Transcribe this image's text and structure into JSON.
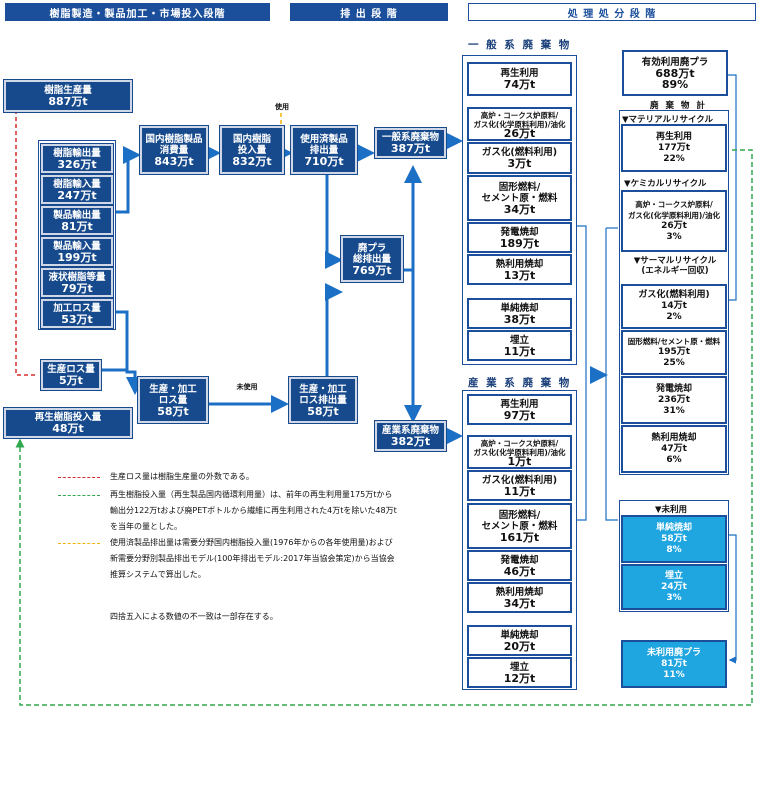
{
  "headers": {
    "stage1": "樹脂製造・製品加工・市場投入段階",
    "stage2": "排 出 段 階",
    "stage3": "処 理 処 分 段 階"
  },
  "left": {
    "resin_production": {
      "label": "樹脂生産量",
      "value": "887万t"
    },
    "recycled_input": {
      "label": "再生樹脂投入量",
      "value": "48万t"
    },
    "breakdown": [
      {
        "label": "樹脂輸出量",
        "value": "326万t"
      },
      {
        "label": "樹脂輸入量",
        "value": "247万t"
      },
      {
        "label": "製品輸出量",
        "value": "81万t"
      },
      {
        "label": "製品輸入量",
        "value": "199万t"
      },
      {
        "label": "液状樹脂等量",
        "value": "79万t"
      },
      {
        "label": "加工ロス量",
        "value": "53万t"
      }
    ],
    "production_loss": {
      "label": "生産ロス量",
      "value": "5万t"
    }
  },
  "middle": {
    "domestic_consumption": {
      "label": "国内樹脂製品\n消費量",
      "value": "843万t"
    },
    "domestic_input": {
      "label": "国内樹脂\n投入量",
      "value": "832万t"
    },
    "used_discharge": {
      "label": "使用済製品\n排出量",
      "value": "710万t"
    },
    "processing_loss": {
      "label": "生産・加工\nロス量",
      "value": "58万t"
    },
    "processing_discharge": {
      "label": "生産・加工\nロス排出量",
      "value": "58万t"
    },
    "total_discharge": {
      "label": "廃プラ\n総排出量",
      "value": "769万t"
    },
    "general_waste": {
      "label": "一般系廃棄物",
      "value": "387万t"
    },
    "industrial_waste": {
      "label": "産業系廃棄物",
      "value": "382万t"
    },
    "used_label": "使用",
    "unused_label": "未使用"
  },
  "general": {
    "title": "一 般 系 廃 棄 物",
    "items": [
      {
        "label": "再生利用",
        "value": "74万t"
      },
      {
        "label": "高炉・コークス炉原料/\nガス化(化学原料利用)/油化",
        "value": "26万t"
      },
      {
        "label": "ガス化(燃料利用)",
        "value": "3万t"
      },
      {
        "label": "固形燃料/\nセメント原・燃料",
        "value": "34万t"
      },
      {
        "label": "発電焼却",
        "value": "189万t"
      },
      {
        "label": "熱利用焼却",
        "value": "13万t"
      },
      {
        "label": "単純焼却",
        "value": "38万t"
      },
      {
        "label": "埋立",
        "value": "11万t"
      }
    ]
  },
  "industrial": {
    "title": "産 業 系 廃 棄 物",
    "items": [
      {
        "label": "再生利用",
        "value": "97万t"
      },
      {
        "label": "高炉・コークス炉原料/\nガス化(化学原料利用)/油化",
        "value": "1万t"
      },
      {
        "label": "ガス化(燃料利用)",
        "value": "11万t"
      },
      {
        "label": "固形燃料/\nセメント原・燃料",
        "value": "161万t"
      },
      {
        "label": "発電焼却",
        "value": "46万t"
      },
      {
        "label": "熱利用焼却",
        "value": "34万t"
      },
      {
        "label": "単純焼却",
        "value": "20万t"
      },
      {
        "label": "埋立",
        "value": "12万t"
      }
    ]
  },
  "right": {
    "effective_use": {
      "label": "有効利用廃プラ",
      "value": "688万t",
      "pct": "89%"
    },
    "waste_total_title": "廃 棄 物 計",
    "material_title": "▼マテリアルリサイクル",
    "material": {
      "label": "再生利用",
      "value": "177万t",
      "pct": "22%"
    },
    "chemical_title": "▼ケミカルリサイクル",
    "chemical": {
      "label": "高炉・コークス炉原料/\nガス化(化学原料利用)/油化",
      "value": "26万t",
      "pct": "3%"
    },
    "thermal_title": "▼サーマルリサイクル\n(エネルギー回収)",
    "thermal": [
      {
        "label": "ガス化(燃料利用)",
        "value": "14万t",
        "pct": "2%"
      },
      {
        "label": "固形燃料/セメント原・燃料",
        "value": "195万t",
        "pct": "25%"
      },
      {
        "label": "発電焼却",
        "value": "236万t",
        "pct": "31%"
      },
      {
        "label": "熱利用焼却",
        "value": "47万t",
        "pct": "6%"
      }
    ],
    "unused_title": "▼未利用",
    "unused": [
      {
        "label": "単純焼却",
        "value": "58万t",
        "pct": "8%"
      },
      {
        "label": "埋立",
        "value": "24万t",
        "pct": "3%"
      }
    ],
    "unused_total": {
      "label": "未利用廃プラ",
      "value": "81万t",
      "pct": "11%"
    }
  },
  "notes": {
    "red": "生産ロス量は樹脂生産量の外数である。",
    "green1": "再生樹脂投入量（再生製品国内循環利用量）は、前年の再生利用量175万tから",
    "green2": "輸出分122万tおよび廃PETボトルから繊維に再生利用された4万tを除いた48万t",
    "green3": "を当年の量とした。",
    "yellow1": "使用済製品排出量は需要分野国内樹脂投入量(1976年からの各年使用量)および",
    "yellow2": "新需要分野別製品排出モデル(100年排出モデル:2017年当協会策定)から当協会",
    "yellow3": "推算システムで算出した。",
    "rounding": "四捨五入による数値の不一致は一部存在する。"
  },
  "colors": {
    "navy": "#174a8c",
    "cyan": "#1fa5e0",
    "red_dash": "#d32f2f",
    "green_dash": "#2fa84f",
    "yellow_dash": "#f0b400"
  }
}
